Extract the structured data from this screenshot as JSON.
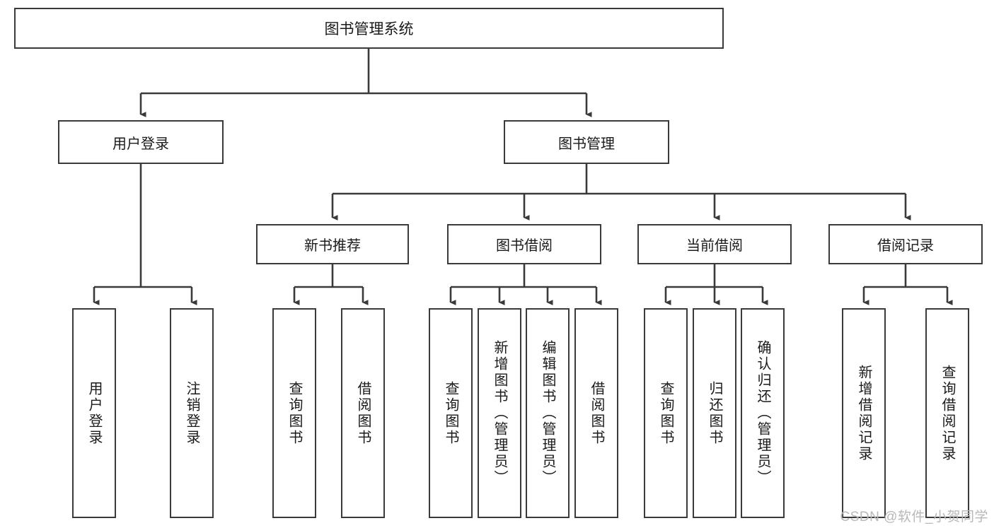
{
  "diagram": {
    "title": "图书管理系统",
    "type": "hierarchy-tree",
    "root": {
      "id": "root",
      "label": "图书管理系统"
    },
    "level1": [
      {
        "id": "user-login",
        "label": "用户登录"
      },
      {
        "id": "book-management",
        "label": "图书管理"
      }
    ],
    "level2": [
      {
        "id": "new-book-recommend",
        "label": "新书推荐",
        "parent": "book-management"
      },
      {
        "id": "book-borrow",
        "label": "图书借阅",
        "parent": "book-management"
      },
      {
        "id": "current-borrow",
        "label": "当前借阅",
        "parent": "book-management"
      },
      {
        "id": "borrow-record",
        "label": "借阅记录",
        "parent": "book-management"
      }
    ],
    "leaves": [
      {
        "id": "leaf-user-login",
        "label": "用户登录",
        "parent": "user-login"
      },
      {
        "id": "leaf-logout",
        "label": "注销登录",
        "parent": "user-login"
      },
      {
        "id": "leaf-query-book-1",
        "label": "查询图书",
        "parent": "new-book-recommend"
      },
      {
        "id": "leaf-borrow-book-1",
        "label": "借阅图书",
        "parent": "new-book-recommend"
      },
      {
        "id": "leaf-query-book-2",
        "label": "查询图书",
        "parent": "book-borrow"
      },
      {
        "id": "leaf-add-book",
        "label": "新增图书（管理员）",
        "parent": "book-borrow"
      },
      {
        "id": "leaf-edit-book",
        "label": "编辑图书（管理员）",
        "parent": "book-borrow"
      },
      {
        "id": "leaf-borrow-book-2",
        "label": "借阅图书",
        "parent": "book-borrow"
      },
      {
        "id": "leaf-query-book-3",
        "label": "查询图书",
        "parent": "current-borrow"
      },
      {
        "id": "leaf-return-book",
        "label": "归还图书",
        "parent": "current-borrow"
      },
      {
        "id": "leaf-confirm-return",
        "label": "确认归还（管理员）",
        "parent": "current-borrow"
      },
      {
        "id": "leaf-add-record",
        "label": "新增借阅记录",
        "parent": "borrow-record"
      },
      {
        "id": "leaf-query-record",
        "label": "查询借阅记录",
        "parent": "borrow-record"
      }
    ]
  },
  "watermark": {
    "text": "CSDN @软件_小贺同学"
  },
  "colors": {
    "border": "#3a3a3a",
    "background": "#ffffff",
    "text": "#1a1a1a",
    "watermark": "#b8b8b8"
  }
}
